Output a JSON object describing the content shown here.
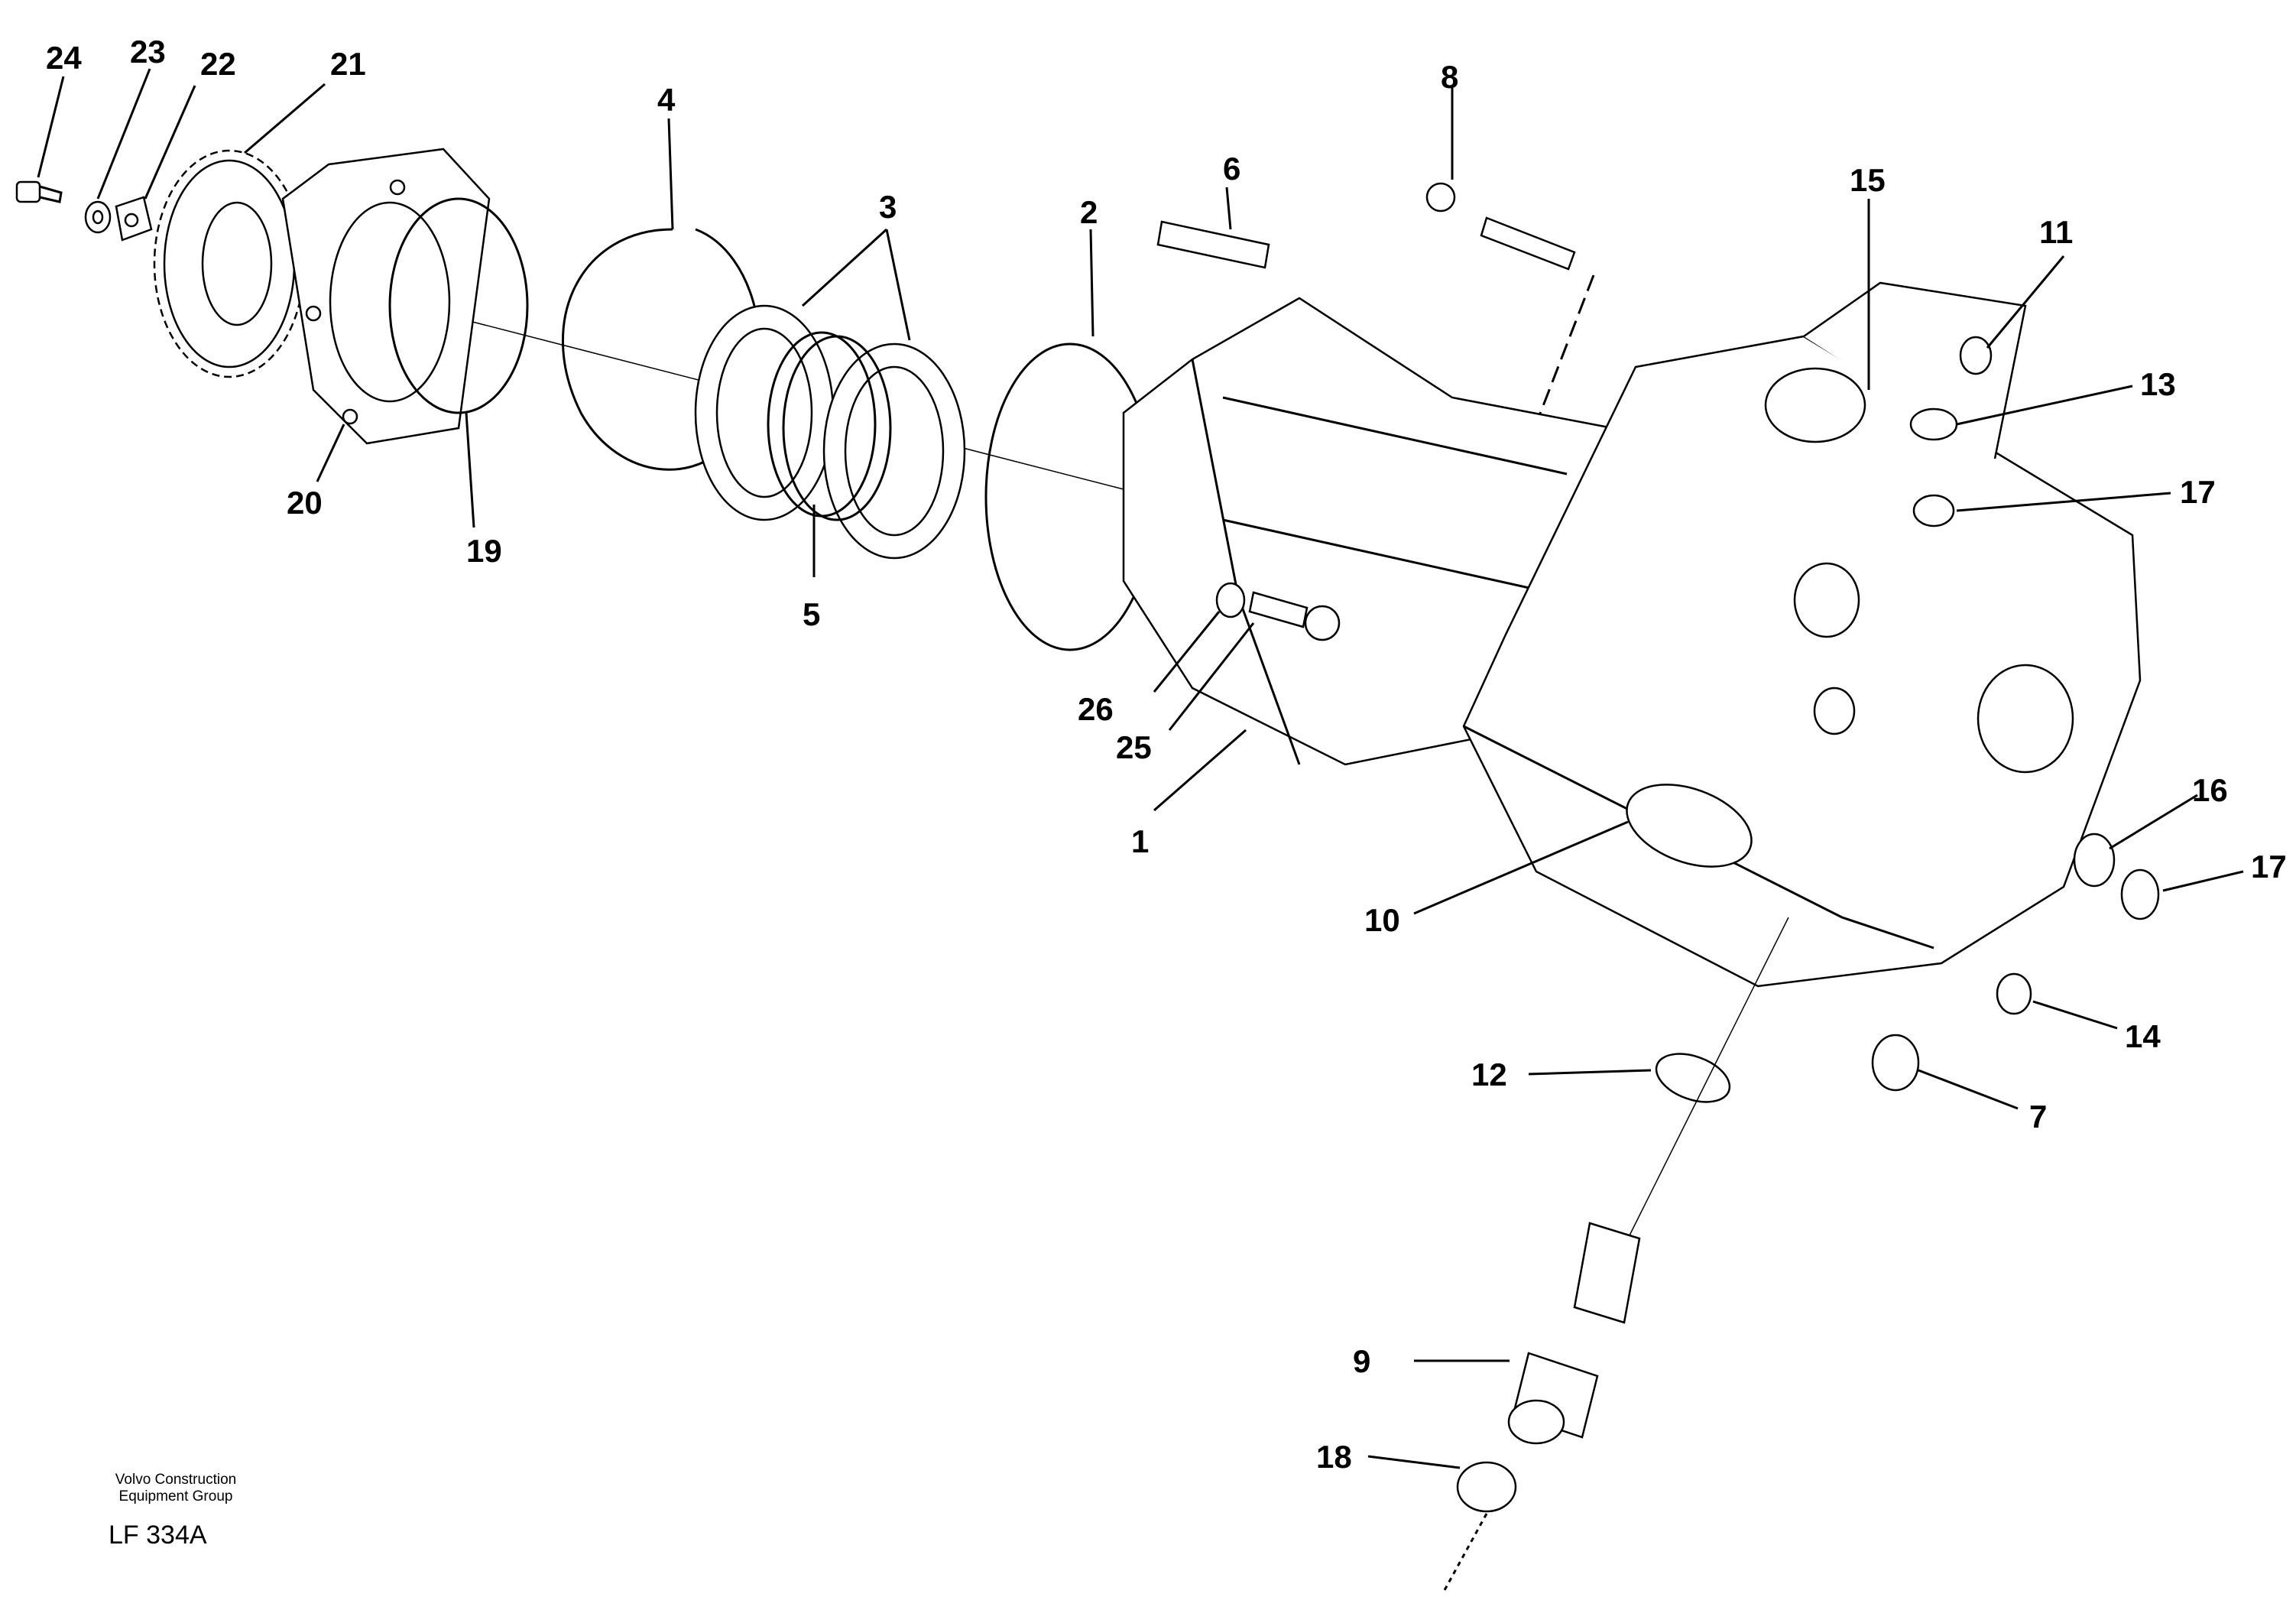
{
  "callouts": [
    {
      "id": "24",
      "text": "24"
    },
    {
      "id": "23",
      "text": "23"
    },
    {
      "id": "22",
      "text": "22"
    },
    {
      "id": "21",
      "text": "21"
    },
    {
      "id": "20",
      "text": "20"
    },
    {
      "id": "19",
      "text": "19"
    },
    {
      "id": "4",
      "text": "4"
    },
    {
      "id": "3",
      "text": "3"
    },
    {
      "id": "5",
      "text": "5"
    },
    {
      "id": "2",
      "text": "2"
    },
    {
      "id": "6",
      "text": "6"
    },
    {
      "id": "8",
      "text": "8"
    },
    {
      "id": "26",
      "text": "26"
    },
    {
      "id": "25",
      "text": "25"
    },
    {
      "id": "1",
      "text": "1"
    },
    {
      "id": "15",
      "text": "15"
    },
    {
      "id": "11",
      "text": "11"
    },
    {
      "id": "13",
      "text": "13"
    },
    {
      "id": "17a",
      "text": "17"
    },
    {
      "id": "16",
      "text": "16"
    },
    {
      "id": "17b",
      "text": "17"
    },
    {
      "id": "10",
      "text": "10"
    },
    {
      "id": "14",
      "text": "14"
    },
    {
      "id": "12",
      "text": "12"
    },
    {
      "id": "7",
      "text": "7"
    },
    {
      "id": "9",
      "text": "9"
    },
    {
      "id": "18",
      "text": "18"
    }
  ],
  "footer": {
    "company_line1": "Volvo Construction",
    "company_line2": "Equipment Group",
    "drawing_code": "LF 334A"
  }
}
